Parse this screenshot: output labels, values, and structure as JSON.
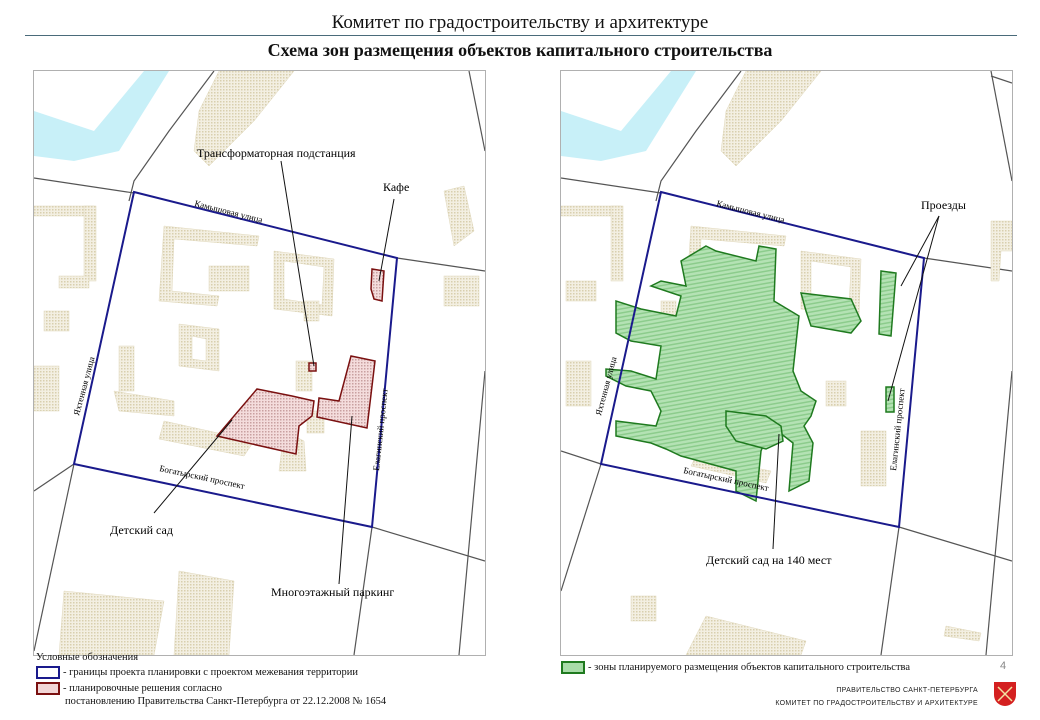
{
  "header": {
    "org": "Комитет по градостроительству  и архитектуре",
    "title": "Схема зон размещения объектов капитального строительства"
  },
  "map_left": {
    "streets": {
      "north": "Камышовая улица",
      "west": "Яхтенная улица",
      "south": "Богатырский проспект",
      "east": "Елагинский проспект"
    },
    "callouts": [
      {
        "label": "Трансформаторная подстанция"
      },
      {
        "label": "Кафе"
      },
      {
        "label": "Детский сад"
      },
      {
        "label": "Многоэтажный паркинг"
      }
    ]
  },
  "map_right": {
    "streets": {
      "north": "Камышовая улица",
      "west": "Яхтенная улица",
      "south": "Богатырский проспект",
      "east": "Елагинский проспект"
    },
    "callouts": [
      {
        "label": "Проезды"
      },
      {
        "label": "Детский сад на 140 мест"
      }
    ]
  },
  "legend": {
    "title": "Условные обозначения",
    "items": [
      {
        "label": "- границы проекта планировки с проектом межевания территории",
        "color": "#1a1a8c"
      },
      {
        "label": "- планировочные решения согласно",
        "label2": "постановлению Правительства Санкт-Петербурга от 22.12.2008 № 1654",
        "color": "#7a1010"
      },
      {
        "label": "- зоны планируемого размещения объектов капитального строительства",
        "color": "#1f7a1f"
      }
    ]
  },
  "page_number": "4",
  "footer": {
    "line1": "ПРАВИТЕЛЬСТВО  САНКТ-ПЕТЕРБУРГА",
    "line2": "КОМИТЕТ  ПО  ГРАДОСТРОИТЕЛЬСТВУ  И  АРХИТЕКТУРЕ"
  },
  "colors": {
    "boundary": "#1a1a8c",
    "planning": "#7a1010",
    "zones": "#1f7a1f",
    "buildings": "#e8e2cc",
    "water": "#c8f0f8"
  }
}
